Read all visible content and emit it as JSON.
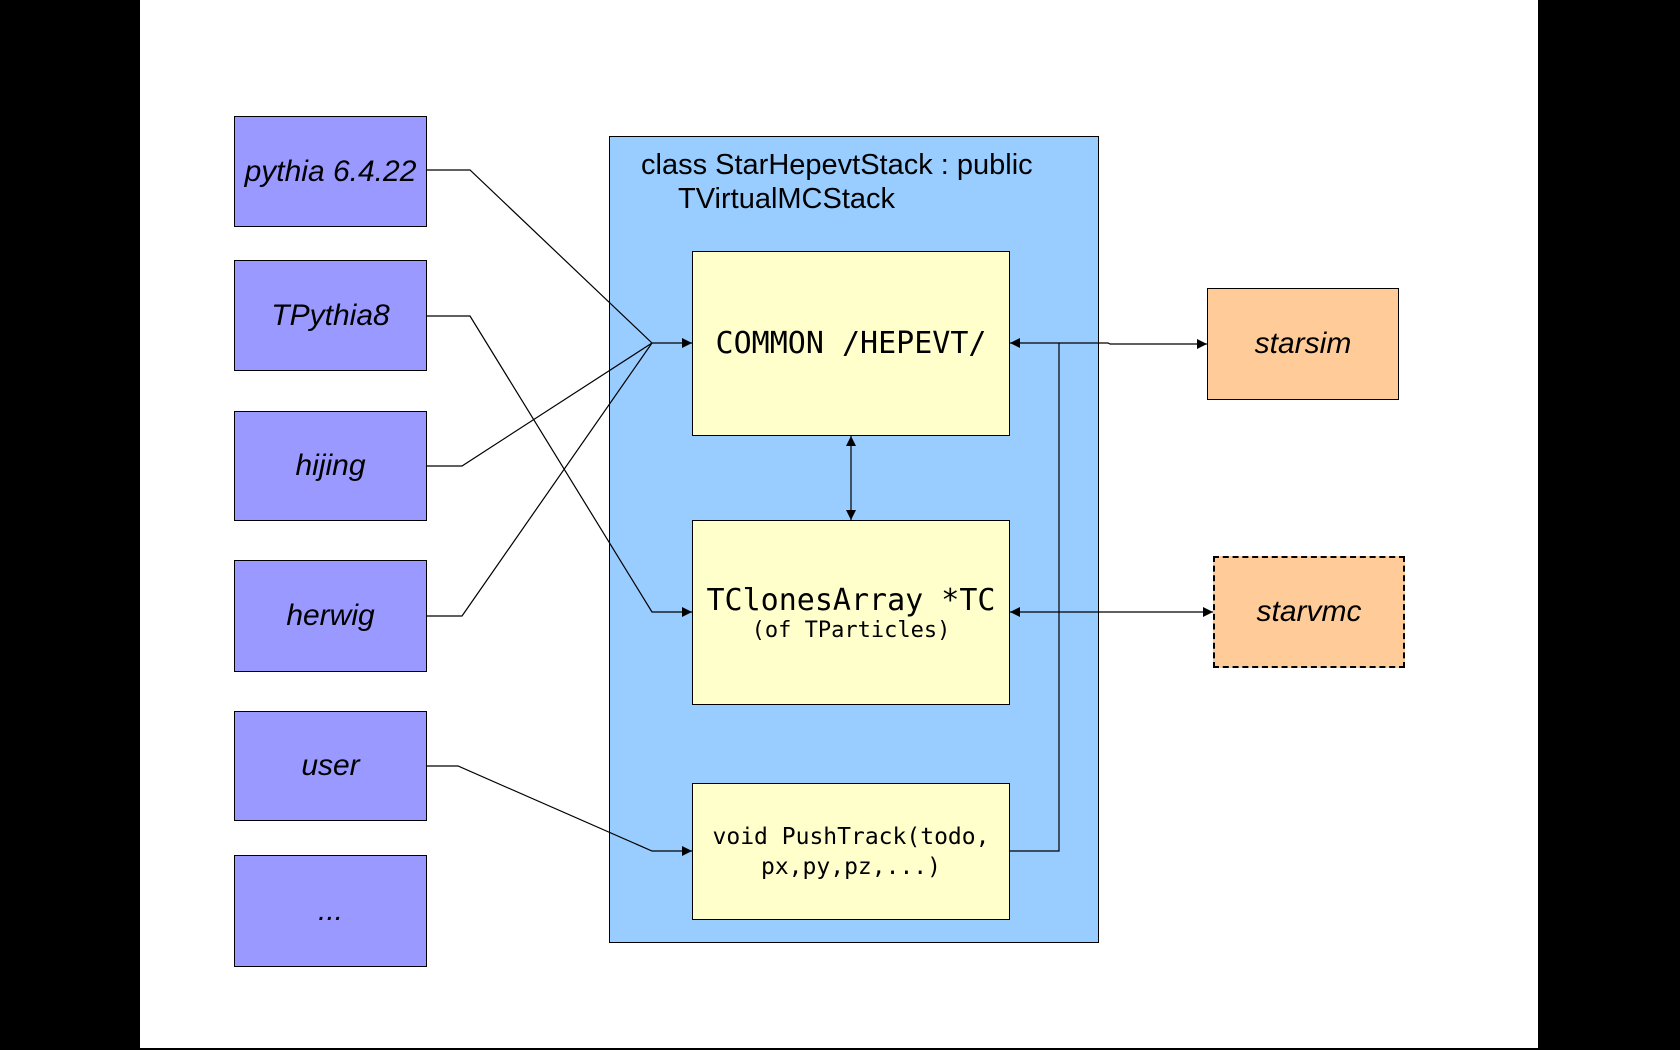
{
  "generators": [
    {
      "id": "pythia6",
      "label": "pythia 6.4.22"
    },
    {
      "id": "tpythia8",
      "label": "TPythia8"
    },
    {
      "id": "hijing",
      "label": "hijing"
    },
    {
      "id": "herwig",
      "label": "herwig"
    },
    {
      "id": "user",
      "label": "user"
    },
    {
      "id": "more",
      "label": "..."
    }
  ],
  "stack": {
    "title_line1": "class StarHepevtStack : public",
    "title_line2": "TVirtualMCStack",
    "hepevt_label": "COMMON /HEPEVT/",
    "tclones_label": "TClonesArray *TC",
    "tclones_sub": "(of TParticles)",
    "pushtrack_line1": "void PushTrack(todo,",
    "pushtrack_line2": "px,py,pz,...)"
  },
  "outputs": {
    "starsim": "starsim",
    "starvmc": "starvmc"
  },
  "colors": {
    "generator_fill": "#9999ff",
    "container_fill": "#99ccff",
    "inner_fill": "#ffffcc",
    "output_fill": "#ffcc99"
  }
}
